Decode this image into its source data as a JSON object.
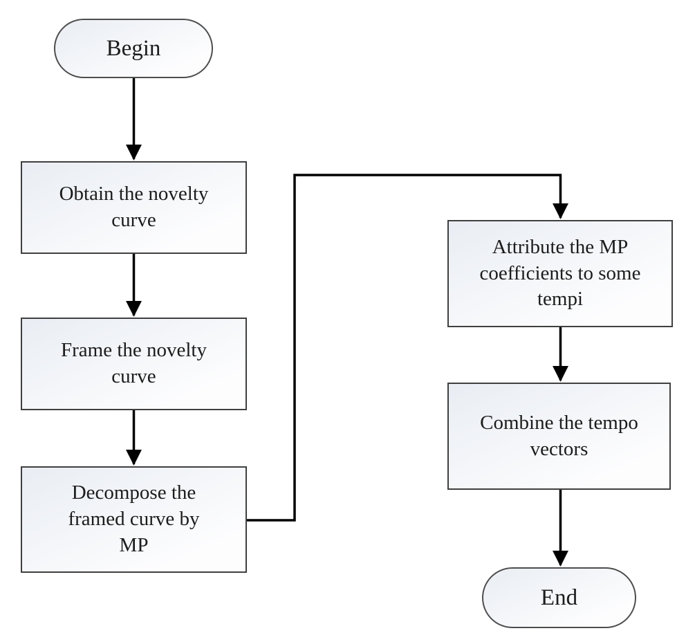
{
  "diagram": {
    "type": "flowchart",
    "nodes": [
      {
        "id": "begin",
        "shape": "terminator",
        "label": "Begin"
      },
      {
        "id": "obtain",
        "shape": "process",
        "label": "Obtain the novelty\ncurve"
      },
      {
        "id": "frame",
        "shape": "process",
        "label": "Frame the novelty\ncurve"
      },
      {
        "id": "decompose",
        "shape": "process",
        "label": "Decompose the\nframed curve by\nMP"
      },
      {
        "id": "attribute",
        "shape": "process",
        "label": "Attribute the MP\ncoefficients to some\ntempi"
      },
      {
        "id": "combine",
        "shape": "process",
        "label": "Combine the tempo\nvectors"
      },
      {
        "id": "end",
        "shape": "terminator",
        "label": "End"
      }
    ],
    "edges": [
      {
        "from": "begin",
        "to": "obtain"
      },
      {
        "from": "obtain",
        "to": "frame"
      },
      {
        "from": "frame",
        "to": "decompose"
      },
      {
        "from": "decompose",
        "to": "attribute"
      },
      {
        "from": "attribute",
        "to": "combine"
      },
      {
        "from": "combine",
        "to": "end"
      }
    ],
    "colors": {
      "background": "#ffffff",
      "node_fill_dark": "#e9edf3",
      "node_fill_light": "#fdfdfe",
      "process_border": "#3f3f3f",
      "terminator_border": "#4d4d4d",
      "connector": "#000000",
      "text": "#1c1c1c"
    }
  }
}
